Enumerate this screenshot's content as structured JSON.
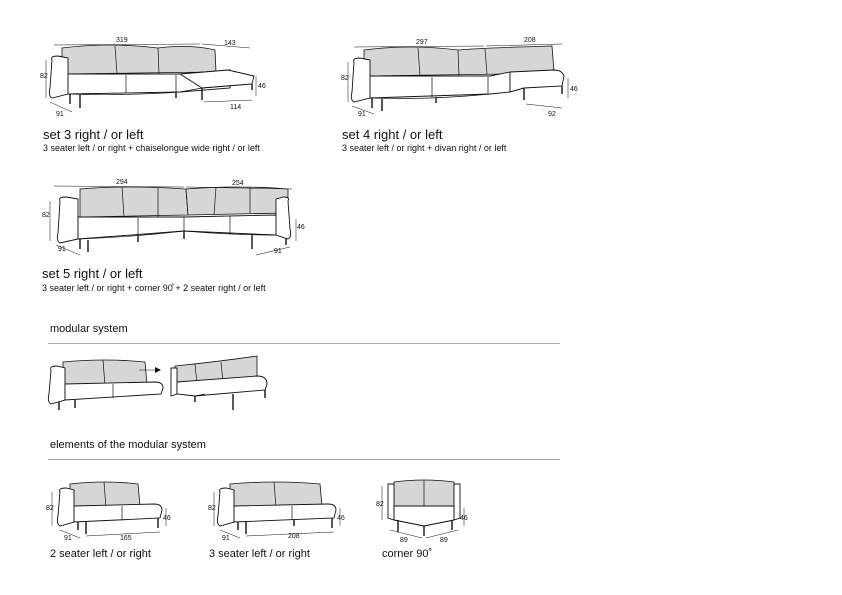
{
  "sets": [
    {
      "title": "set 3 right / or left",
      "subtitle": "3 seater left / or right + chaiselongue wide right / or left",
      "dims": {
        "a": "319",
        "b": "143",
        "h": "82",
        "s": "46",
        "d": "91",
        "e": "114"
      }
    },
    {
      "title": "set 4 right / or left",
      "subtitle": "3 seater left / or right + divan right / or left",
      "dims": {
        "a": "297",
        "b": "208",
        "h": "82",
        "s": "46",
        "d": "91",
        "e": "92"
      }
    },
    {
      "title": "set 5 right / or left",
      "subtitle": "3 seater left / or right + corner 90̊ + 2 seater right / or left",
      "dims": {
        "a": "294",
        "b": "254",
        "h": "82",
        "s": "46",
        "d": "91",
        "e": "91"
      }
    }
  ],
  "modular": {
    "heading": "modular system"
  },
  "elements": {
    "heading": "elements of the modular system",
    "items": [
      {
        "caption": "2 seater left / or right",
        "dims": {
          "h": "82",
          "s": "46",
          "d": "91",
          "w": "165"
        }
      },
      {
        "caption": "3 seater left / or right",
        "dims": {
          "h": "82",
          "s": "46",
          "d": "91",
          "w": "208"
        }
      },
      {
        "caption": "corner 90˚",
        "dims": {
          "h": "82",
          "s": "46",
          "d": "89",
          "w": "89"
        }
      }
    ]
  }
}
